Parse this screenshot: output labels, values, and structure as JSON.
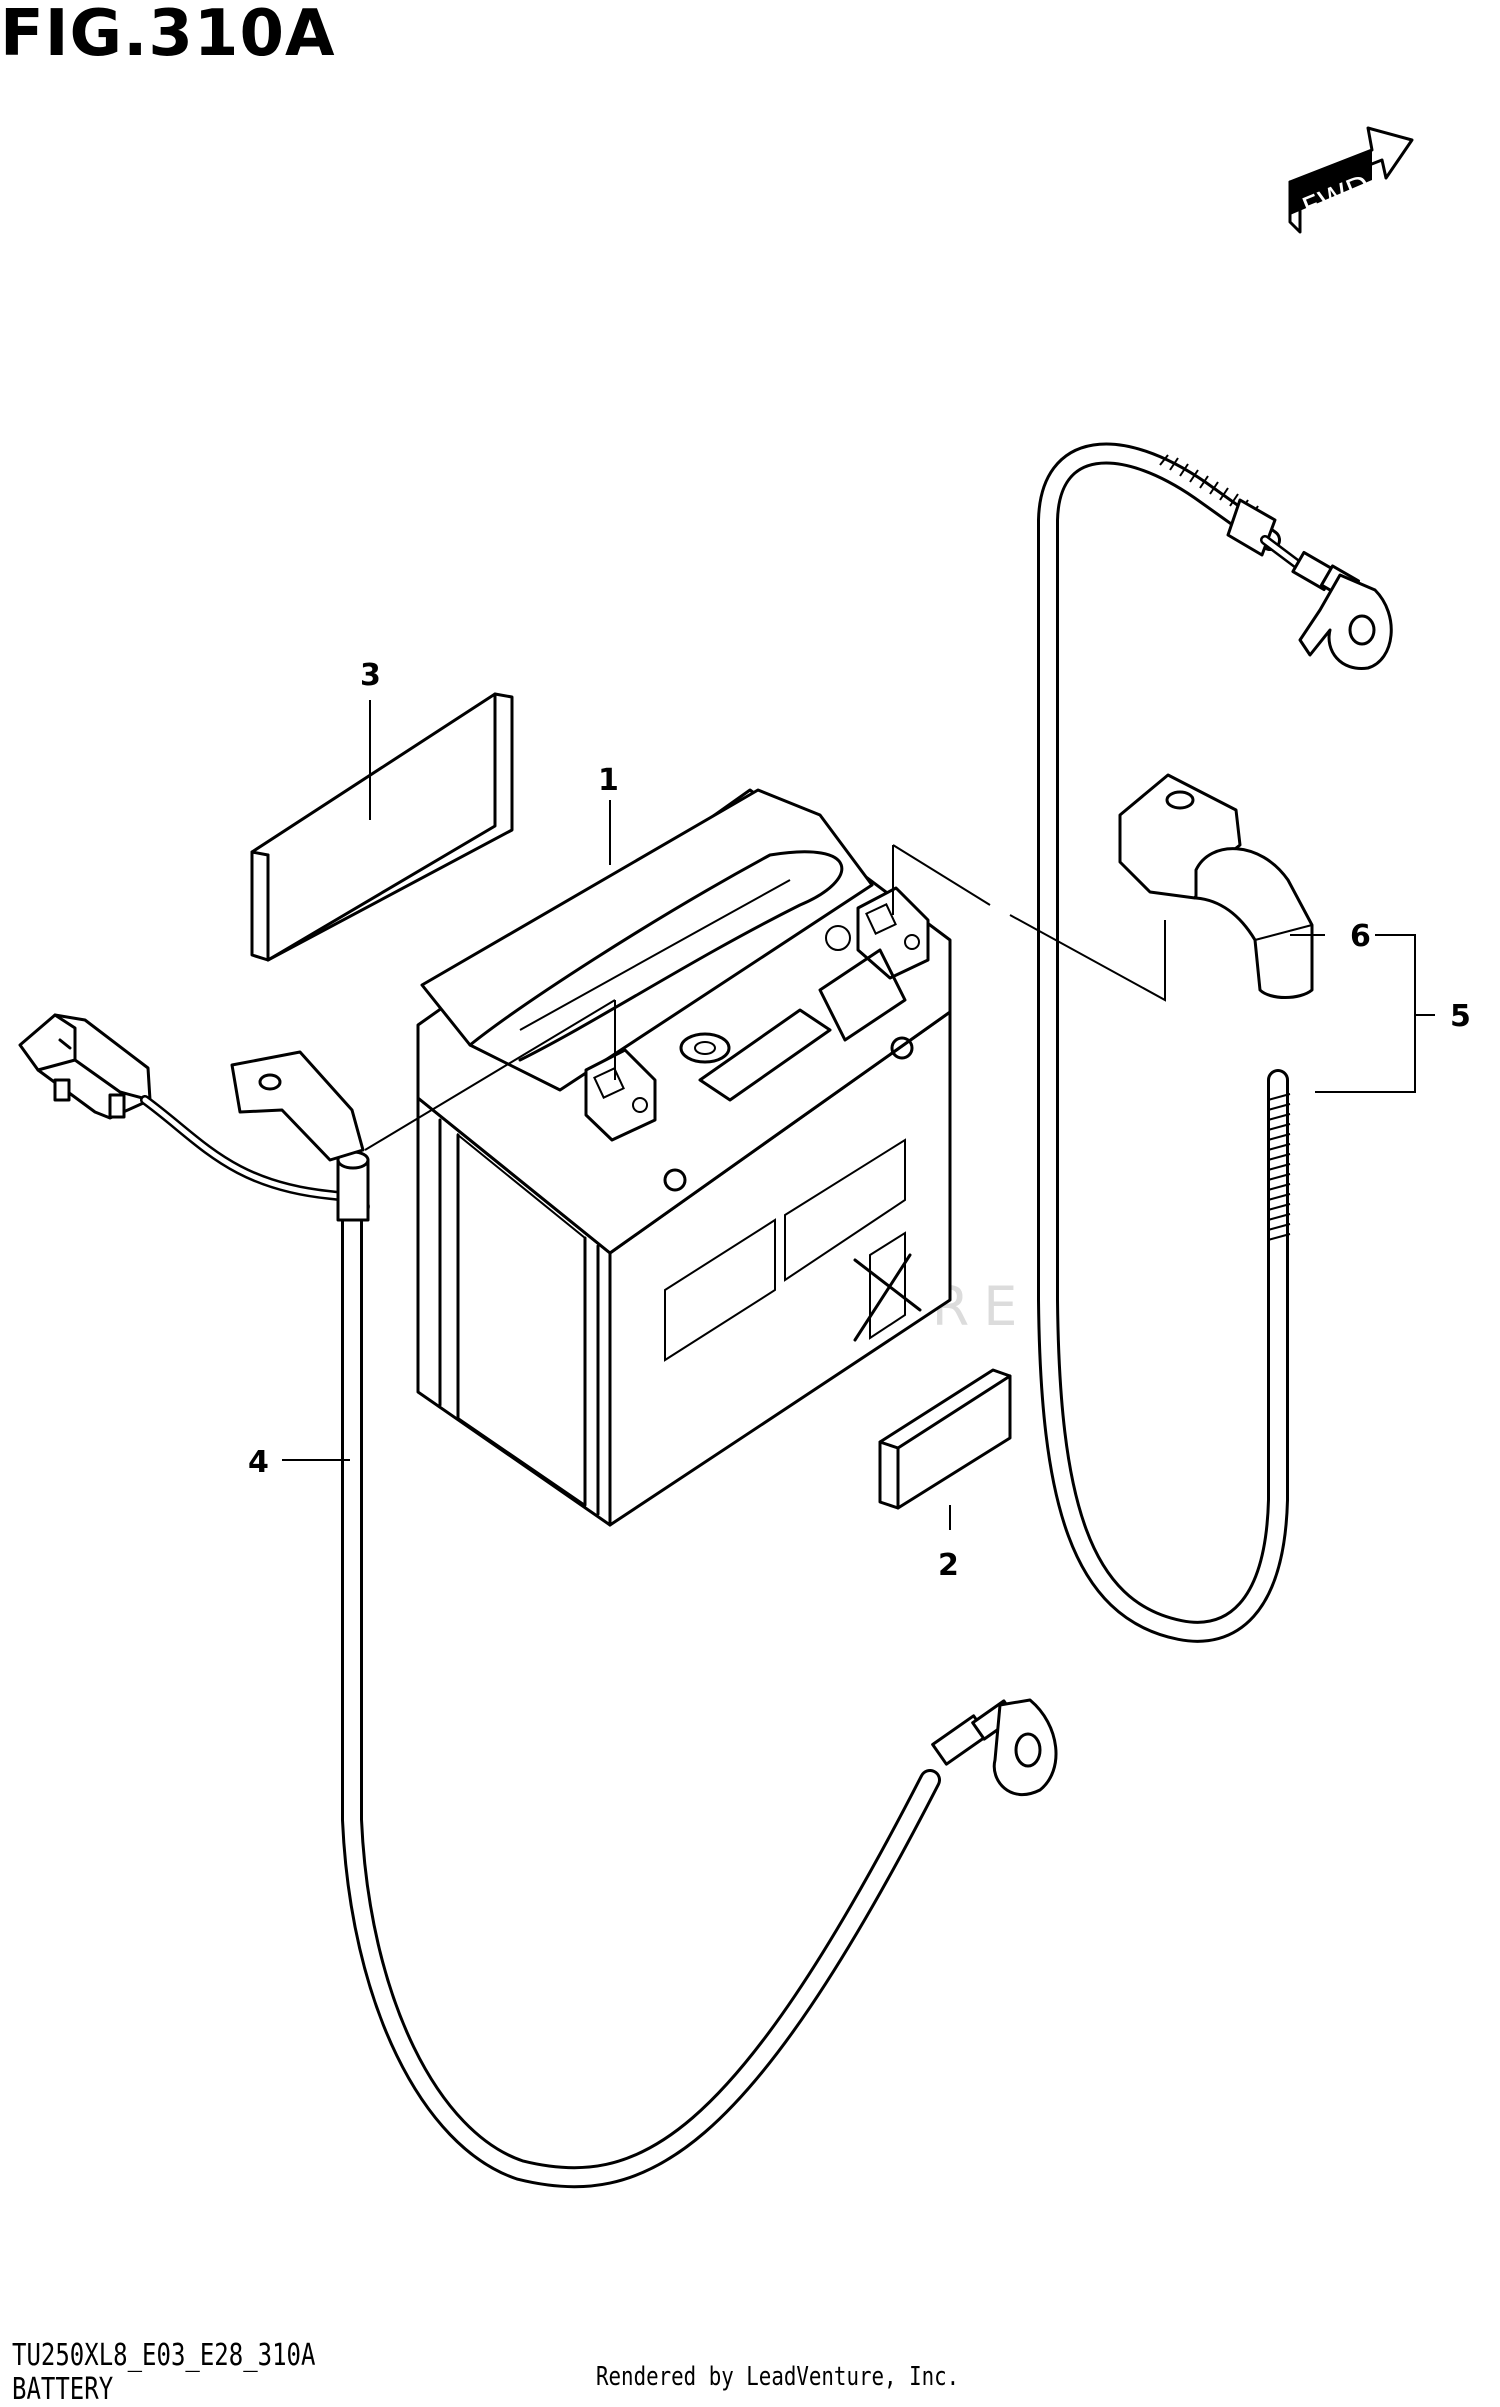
{
  "figure": {
    "title": "FIG.310A",
    "code": "TU250XL8_E03_E28_310A",
    "caption": "BATTERY",
    "rendered_by": "Rendered by LeadVenture, Inc.",
    "watermark": "LEADVENTURE",
    "fwd_label": "FWD"
  },
  "callouts": [
    "1",
    "2",
    "3",
    "4",
    "5",
    "6"
  ],
  "parts": [
    {
      "ref": "1",
      "name": "battery"
    },
    {
      "ref": "2",
      "name": "small label"
    },
    {
      "ref": "3",
      "name": "label plate"
    },
    {
      "ref": "4",
      "name": "negative cable with connector"
    },
    {
      "ref": "5",
      "name": "positive cable assembly"
    },
    {
      "ref": "6",
      "name": "terminal cover"
    }
  ]
}
